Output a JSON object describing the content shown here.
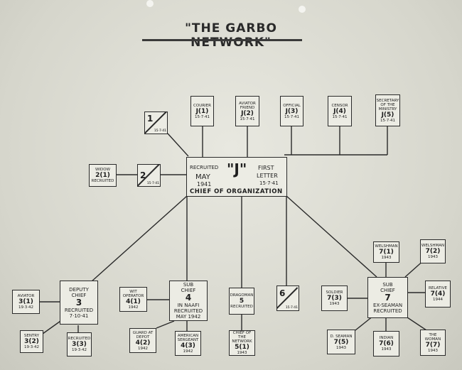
{
  "title": "\"THE GARBO NETWORK\"",
  "hub": {
    "left_line1": "RECRUITED",
    "left_line2": "MAY",
    "left_line3": "1941",
    "code": "\"J\"",
    "right_line1": "FIRST",
    "right_line2": "LETTER",
    "right_line3": "15·7·41",
    "bottom": "CHIEF OF ORGANIZATION"
  },
  "top_agents": [
    {
      "role": "COURIER",
      "code": "J(1)",
      "note": "15·7·41"
    },
    {
      "role": "AVIATOR FRIEND",
      "code": "J(2)",
      "note": "15·7·41"
    },
    {
      "role": "OFFICIAL",
      "code": "J(3)",
      "note": "15·7·41"
    },
    {
      "role": "CENSOR",
      "code": "J(4)",
      "note": "15·7·41"
    },
    {
      "role": "SECRETARY OF THE MINISTRY",
      "code": "J(5)",
      "note": "15·7·41"
    }
  ],
  "agent_1": {
    "num": "1",
    "note": "15·7·41"
  },
  "agent_2": {
    "num": "2",
    "note": "15·7·41"
  },
  "agent_6": {
    "num": "6",
    "note": "15·7·41"
  },
  "widow": {
    "role": "WIDOW",
    "code": "2(1)",
    "note": "RECRUITED"
  },
  "deputy": {
    "line1": "DEPUTY",
    "line2": "CHIEF",
    "code": "3",
    "line3": "RECRUITED",
    "line4": "7·10·41"
  },
  "aviator_3": {
    "role": "AVIATOR",
    "code": "3(1)",
    "note": "19·3·42"
  },
  "deputy_sub": [
    {
      "role": "SENTRY",
      "code": "3(2)",
      "note": "19·3·42"
    },
    {
      "role": "RECRUITED",
      "code": "3(3)",
      "note": "19·3·42"
    }
  ],
  "sub_chief_4": {
    "line1": "SUB",
    "line2": "CHIEF",
    "code": "4",
    "line3": "IN NAAFI",
    "line4": "RECRUITED",
    "line5": "MAY 1942"
  },
  "four_agents": [
    {
      "role": "WIT OPERATOR",
      "code": "4(1)",
      "note": "1942"
    },
    {
      "role": "GUARD AT DEPOT",
      "code": "4(2)",
      "note": "1942"
    },
    {
      "role": "AMERICAN SERGEANT",
      "code": "4(3)",
      "note": "1942"
    }
  ],
  "agent_5": {
    "role": "DRAGOMAN",
    "code": "5",
    "note": "RECRUITED"
  },
  "agent_5_sub": {
    "role": "CHIEF OF THE NETWORK",
    "code": "5(1)",
    "note": "1943"
  },
  "sub_chief_7": {
    "line1": "SUB",
    "line2": "CHIEF",
    "code": "7",
    "line3": "EX-SEAMAN",
    "line4": "RECRUITED"
  },
  "seven_agents": [
    {
      "role": "WELSHMAN",
      "code": "7(1)",
      "note": "1943"
    },
    {
      "role": "WELSHMAN",
      "code": "7(2)",
      "note": "1943"
    },
    {
      "role": "SOLDIER",
      "code": "7(3)",
      "note": "1943"
    },
    {
      "role": "RELATIVE",
      "code": "7(4)",
      "note": "1944"
    },
    {
      "role": "D. SEAMAN",
      "code": "7(5)",
      "note": "1943"
    },
    {
      "role": "INDIAN",
      "code": "7(6)",
      "note": "1943"
    },
    {
      "role": "THE WOMAN",
      "code": "7(7)",
      "note": "1943"
    }
  ]
}
